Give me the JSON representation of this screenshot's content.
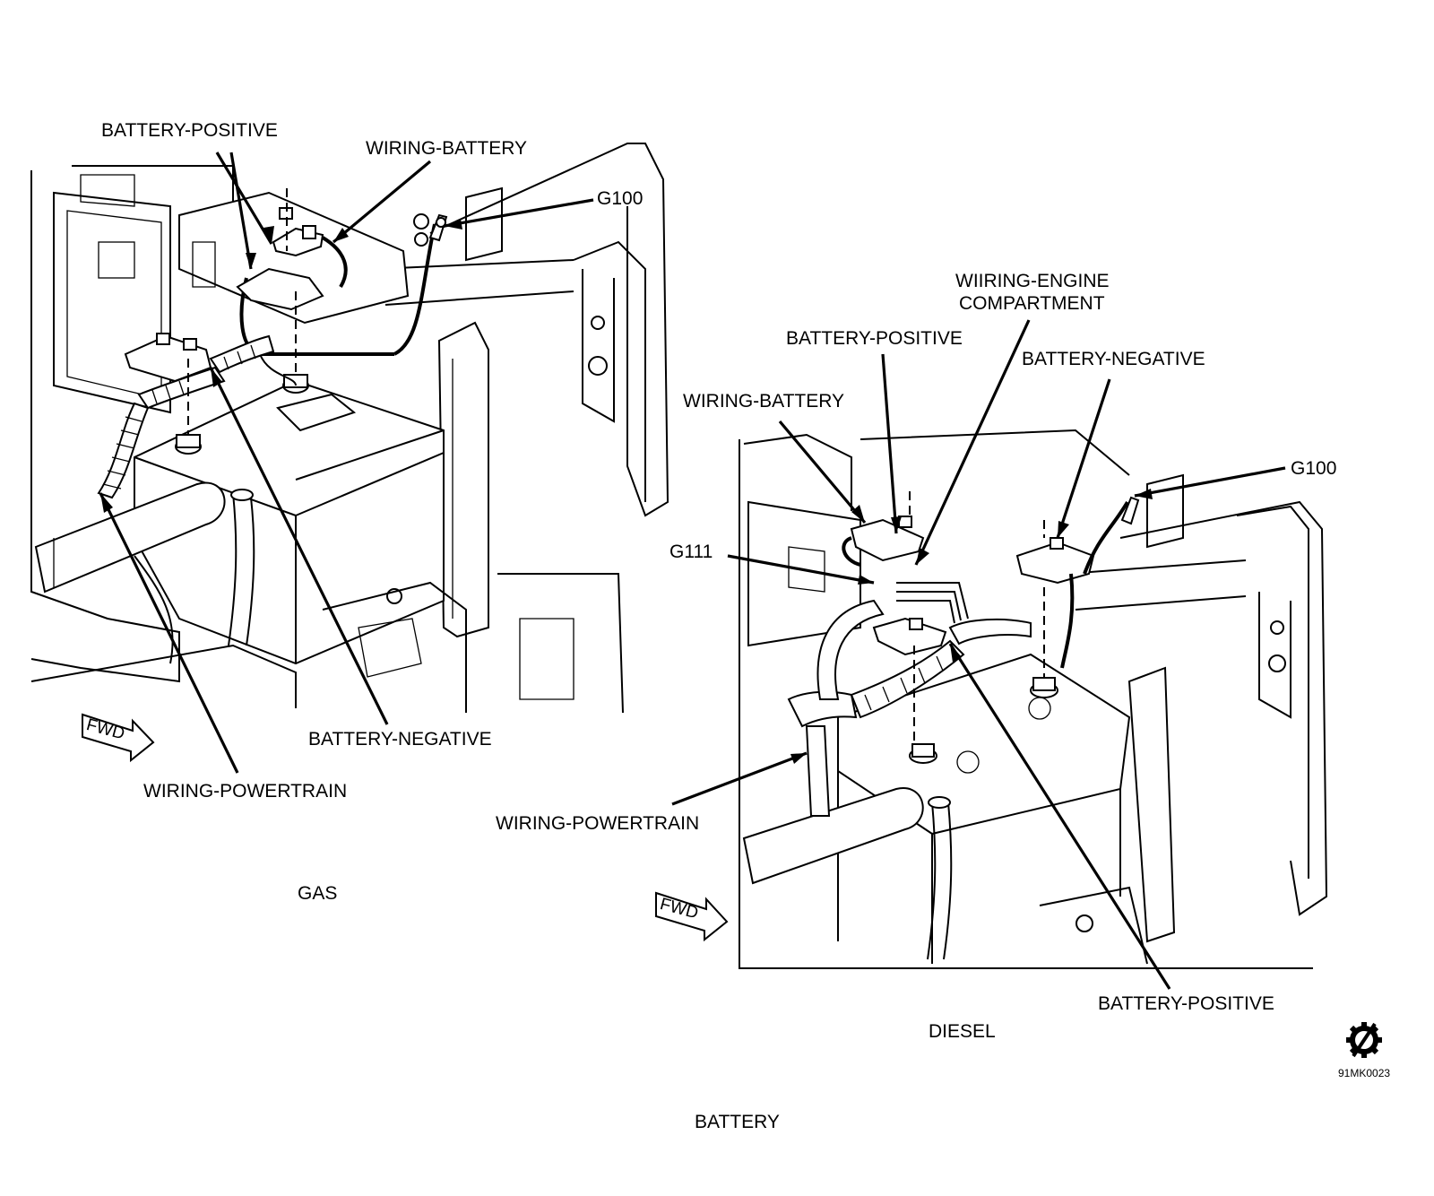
{
  "gas": {
    "caption": "GAS",
    "labels": {
      "battery_positive": "BATTERY-POSITIVE",
      "wiring_battery": "WIRING-BATTERY",
      "g100": "G100",
      "battery_negative": "BATTERY-NEGATIVE",
      "wiring_powertrain": "WIRING-POWERTRAIN"
    },
    "fwd": "FWD"
  },
  "diesel": {
    "caption": "DIESEL",
    "labels": {
      "wiring_engine_compartment_1": "WIIRING-ENGINE",
      "wiring_engine_compartment_2": "COMPARTMENT",
      "battery_positive_top": "BATTERY-POSITIVE",
      "battery_negative": "BATTERY-NEGATIVE",
      "wiring_battery": "WIRING-BATTERY",
      "g100": "G100",
      "g111": "G111",
      "wiring_powertrain": "WIRING-POWERTRAIN",
      "battery_positive_bottom": "BATTERY-POSITIVE"
    },
    "fwd": "FWD"
  },
  "figure_title": "BATTERY",
  "figure_code": "91MK0023",
  "icons": {
    "corner_symbol": "gear-slash-icon",
    "fwd_arrow": "forward-arrow-icon"
  }
}
